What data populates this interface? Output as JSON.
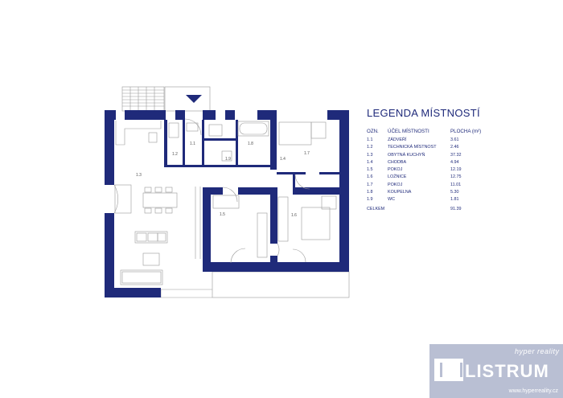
{
  "legend": {
    "title": "LEGENDA MÍSTNOSTÍ",
    "headers": {
      "code": "OZN.",
      "purpose": "ÚČEL MÍSTNOSTI",
      "area": "PLOCHA (m²)"
    },
    "rows": [
      {
        "code": "1.1",
        "purpose": "ZÁDVEŘÍ",
        "area": "3.61"
      },
      {
        "code": "1.2",
        "purpose": "TECHNICKÁ MÍSTNOST",
        "area": "2.46"
      },
      {
        "code": "1.3",
        "purpose": "OBYTNÁ KUCHYŇ",
        "area": "37.32"
      },
      {
        "code": "1.4",
        "purpose": "CHODBA",
        "area": "4.94"
      },
      {
        "code": "1.5",
        "purpose": "POKOJ",
        "area": "12.19"
      },
      {
        "code": "1.6",
        "purpose": "LOŽNICE",
        "area": "12.75"
      },
      {
        "code": "1.7",
        "purpose": "POKOJ",
        "area": "11.01"
      },
      {
        "code": "1.8",
        "purpose": "KOUPELNA",
        "area": "5.30"
      },
      {
        "code": "1.9",
        "purpose": "WC",
        "area": "1.81"
      }
    ],
    "total": {
      "label": "CELKEM",
      "area": "91.39"
    }
  },
  "plan_labels": {
    "r11": "1.1",
    "r12": "1.2",
    "r13": "1.3",
    "r14": "1.4",
    "r15": "1.5",
    "r16": "1.6",
    "r17": "1.7",
    "r18": "1.8",
    "r19": "1.9"
  },
  "watermark": {
    "brand": "LISTRUM",
    "site": "hyper reality",
    "url": "www.hyperreality.cz"
  },
  "colors": {
    "wall": "#1f2a7a",
    "line": "#9a9a9a",
    "watermark_bg": "#b9bfd3"
  }
}
